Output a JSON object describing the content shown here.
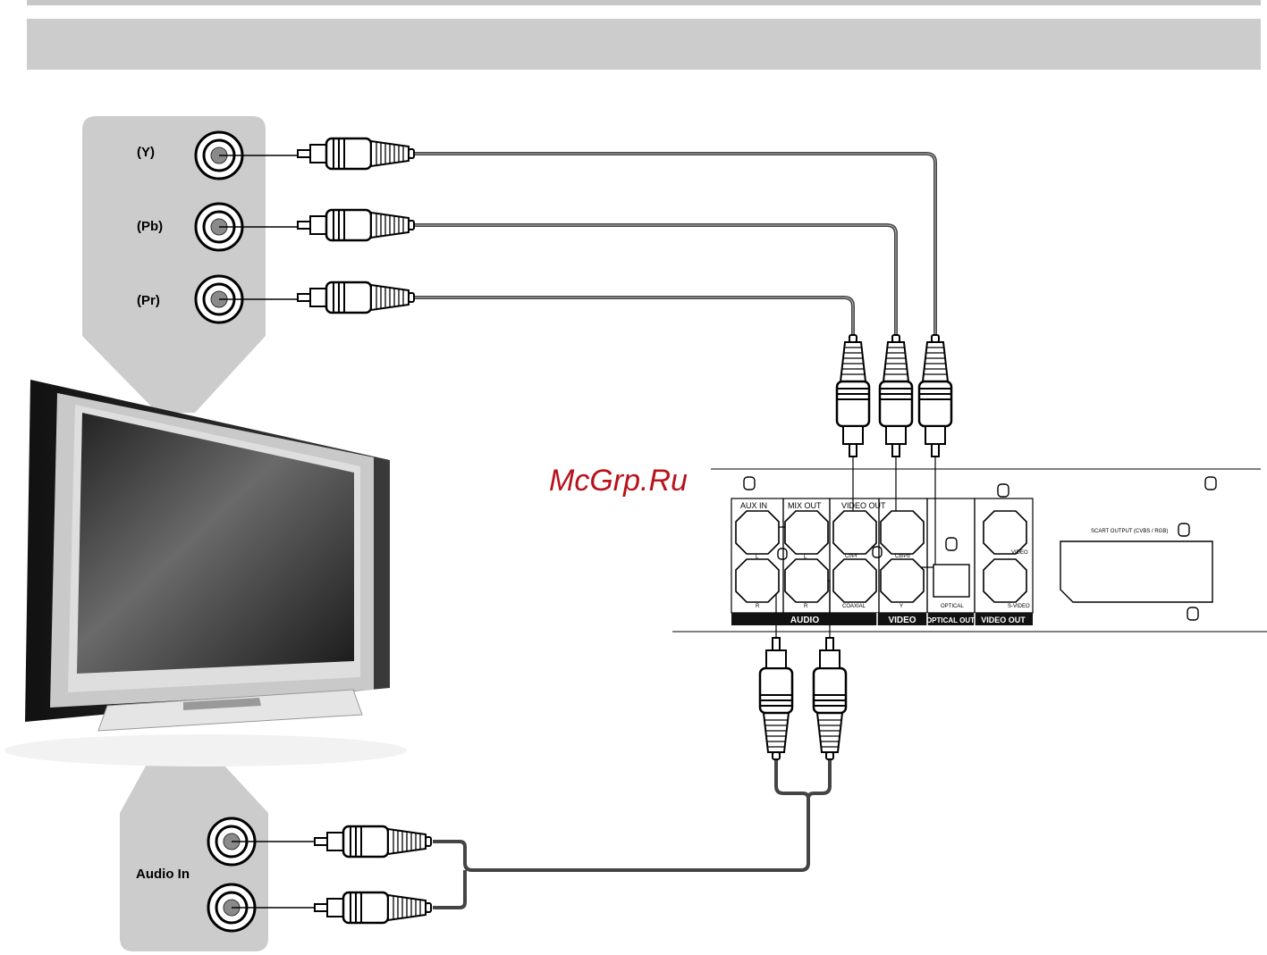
{
  "tv_inputs": {
    "y_label": "(Y)",
    "pb_label": "(Pb)",
    "pr_label": "(Pr)",
    "audio_label": "Audio In"
  },
  "watermark": "McGrp.Ru",
  "rear_panel": {
    "aux_in": "AUX IN",
    "mix_out": "MIX OUT",
    "video_out_top": "VIDEO OUT",
    "l_label": "L",
    "r_label": "R",
    "cr_pr": "Cr/Pr",
    "cb_pb": "Cb/Pb",
    "coaxial": "COAXIAL",
    "y_jack": "Y",
    "optical": "OPTICAL",
    "video_jack": "VIDEO",
    "s_video": "S-VIDEO",
    "scart": "SCART OUTPUT (CVBS / RGB)",
    "band_audio": "AUDIO",
    "band_video": "VIDEO",
    "band_optical_out": "OPTICAL OUT",
    "band_video_out": "VIDEO OUT"
  },
  "colors": {
    "panel_gray": "#cccccc",
    "cable": "#555555",
    "band": "#111111"
  }
}
